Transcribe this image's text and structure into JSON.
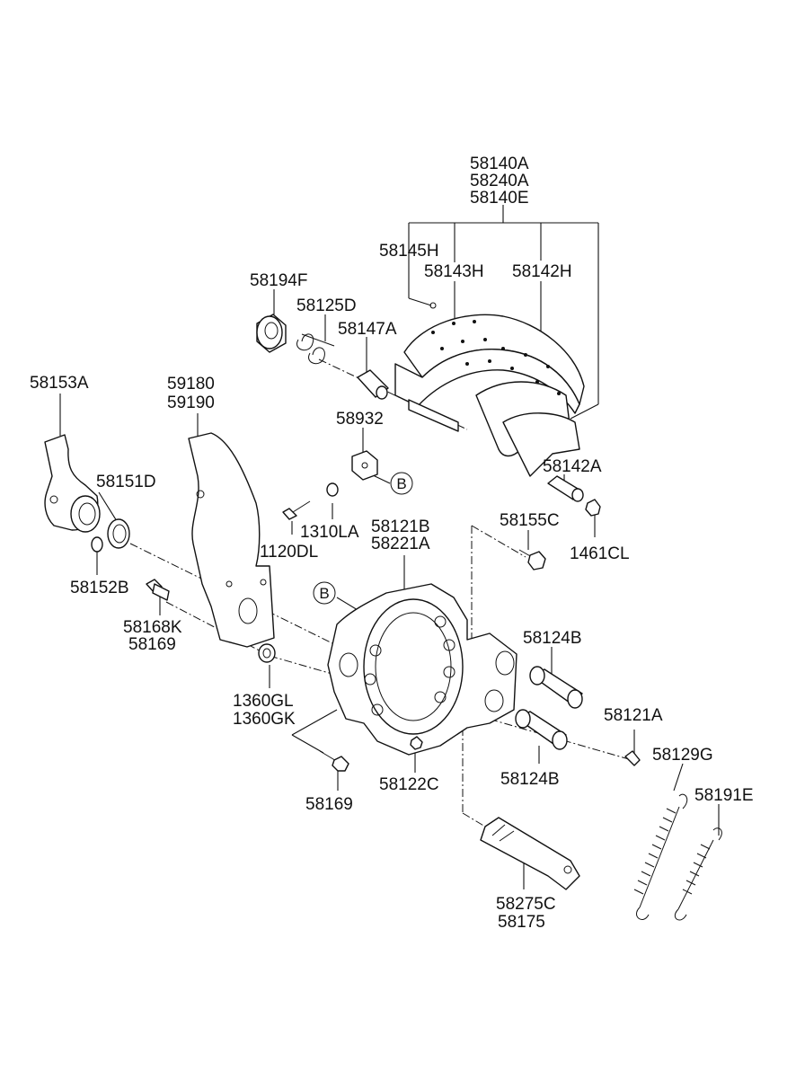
{
  "diagram": {
    "labels": {
      "l58140A": "58140A",
      "l58240A": "58240A",
      "l58140E": "58140E",
      "l58145H": "58145H",
      "l58143H": "58143H",
      "l58142H": "58142H",
      "l58194F": "58194F",
      "l58125D": "58125D",
      "l58147A": "58147A",
      "l58153A": "58153A",
      "l59180": "59180",
      "l59190": "59190",
      "l58932": "58932",
      "l58142A": "58142A",
      "l58151D": "58151D",
      "l1310LA": "1310LA",
      "l58121B": "58121B",
      "l58221A": "58221A",
      "l58155C": "58155C",
      "l1461CL": "1461CL",
      "l1120DL": "1120DL",
      "l58152B": "58152B",
      "l58168K": "58168K",
      "l58169a": "58169",
      "l58124Ba": "58124B",
      "l1360GL": "1360GL",
      "l1360GK": "1360GK",
      "l58121A": "58121A",
      "l58129G": "58129G",
      "l58124Bb": "58124B",
      "l58191E": "58191E",
      "l58122C": "58122C",
      "l58169b": "58169",
      "l58275C": "58275C",
      "l58175": "58175"
    },
    "ref_marks": {
      "b1": "B",
      "b2": "B"
    }
  }
}
